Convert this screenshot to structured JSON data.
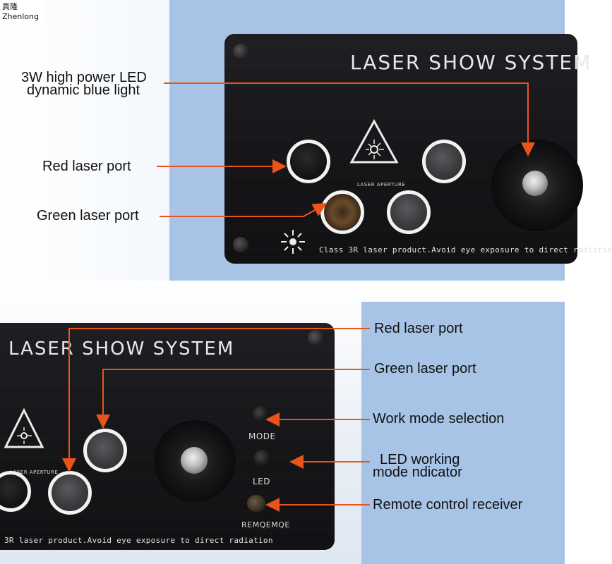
{
  "watermark": {
    "line1": "真隆",
    "line2": "Zhenlong"
  },
  "top_panel": {
    "device_title": "LASER SHOW SYSTEM",
    "aperture_label": "LASER   APERTURE",
    "warning_text": "Class 3R laser product.Avoid eye exposure to direct radiatio",
    "callouts": {
      "led": [
        "3W high power LED",
        "dynamic blue light"
      ],
      "red_port": "Red laser port",
      "green_port": "Green laser port"
    }
  },
  "bottom_panel": {
    "device_title": "LASER SHOW SYSTEM",
    "aperture_label": "LASER   APERTURE",
    "warning_text": "3R laser product.Avoid eye exposure to direct radiation",
    "mode_label": "MODE",
    "led_label": "LED",
    "remote_label": "REMQEMQE",
    "callouts": {
      "red_port": "Red laser port",
      "green_port": "Green laser port",
      "mode": "Work mode selection",
      "led": [
        "LED working",
        "mode ndicator"
      ],
      "remote": "Remote control receiver"
    }
  },
  "colors": {
    "background_blue": "#a9c6e8",
    "callout_orange": "#e8541a",
    "device_black": "#16161a"
  }
}
